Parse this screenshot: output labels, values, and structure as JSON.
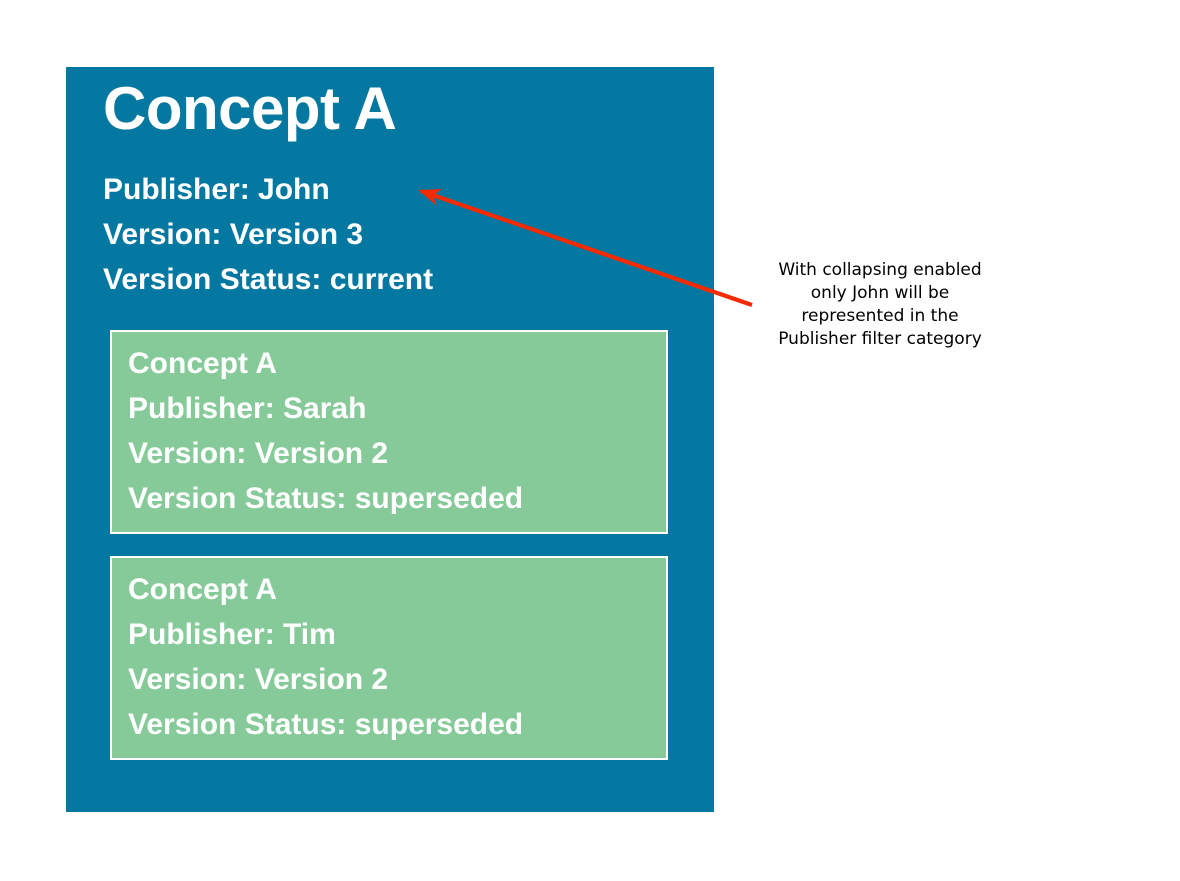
{
  "colors": {
    "page_background": "#ffffff",
    "panel_blue": "#0478a0",
    "card_green": "#87ca9a",
    "card_border": "#ffffff",
    "text_on_panel": "#ffffff",
    "arrow_red": "#f42a00",
    "annotation_text": "#000000"
  },
  "concept_panel": {
    "title": "Concept A",
    "meta": [
      "Publisher: John",
      "Version: Version 3",
      "Version Status: current"
    ],
    "version_cards": [
      {
        "lines": [
          "Concept A",
          "Publisher: Sarah",
          "Version: Version 2",
          "Version Status: superseded"
        ]
      },
      {
        "lines": [
          "Concept A",
          "Publisher: Tim",
          "Version: Version 2",
          "Version Status: superseded"
        ]
      }
    ]
  },
  "annotation": {
    "lines": [
      "With collapsing enabled",
      "only John will be",
      "represented in the",
      "Publisher filter category"
    ]
  }
}
